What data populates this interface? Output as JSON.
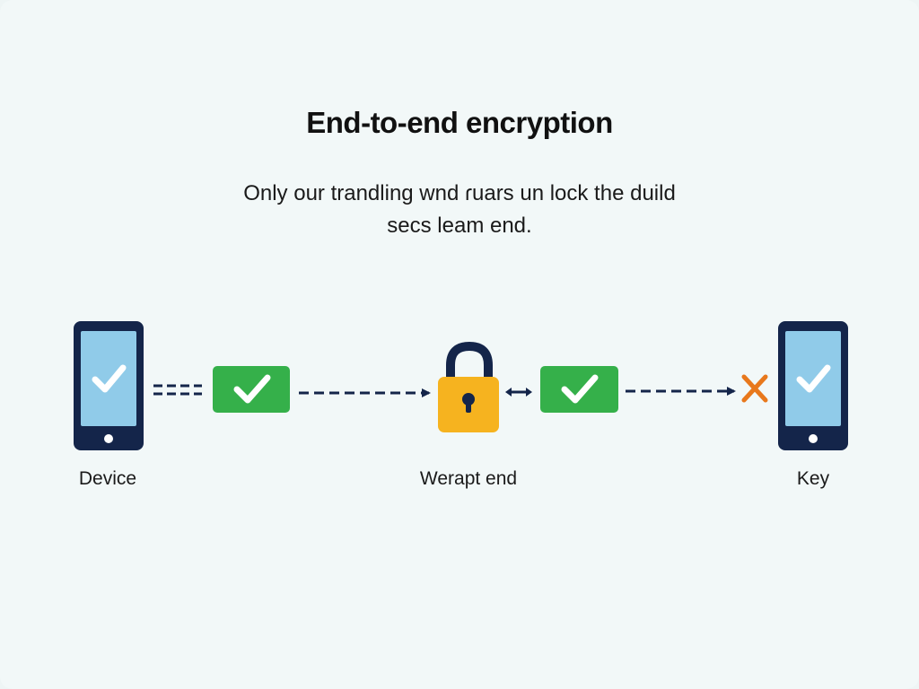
{
  "header": {
    "title": "End-to-end encryption",
    "subtitle_line1": "Only our trandling wnd ɾuars un lock the duild",
    "subtitle_line2": "secs leam end."
  },
  "diagram": {
    "device_label": "Device",
    "lock_label": "Werapt end",
    "key_label": "Key",
    "icons": [
      "phone-icon",
      "check-badge-icon",
      "padlock-icon",
      "x-mark-icon"
    ]
  },
  "colors": {
    "phone_frame": "#14254a",
    "phone_screen": "#90cbe9",
    "check_badge": "#35b04a",
    "lock_body": "#f6b31f",
    "lock_shackle": "#14254a",
    "arrow": "#14254a",
    "cross": "#e8781c"
  }
}
